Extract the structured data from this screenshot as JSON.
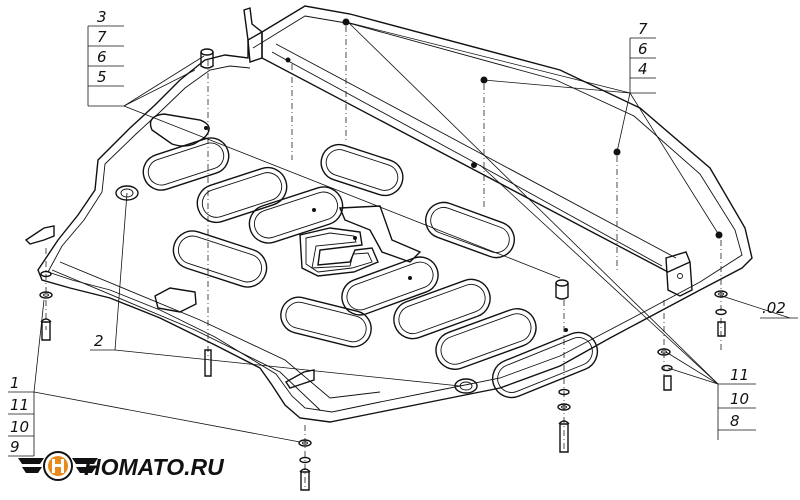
{
  "callouts": {
    "top_left": [
      "3",
      "7",
      "6",
      "5"
    ],
    "top_right": [
      "7",
      "6",
      "4"
    ],
    "right_mid": ".02",
    "left_mid": "2",
    "bottom_left": [
      "1",
      "11",
      "10",
      "9"
    ],
    "bottom_right": [
      "11",
      "10",
      "8"
    ]
  },
  "brand": {
    "text": "HOMATO.RU",
    "accent_color": "#e8891c"
  }
}
